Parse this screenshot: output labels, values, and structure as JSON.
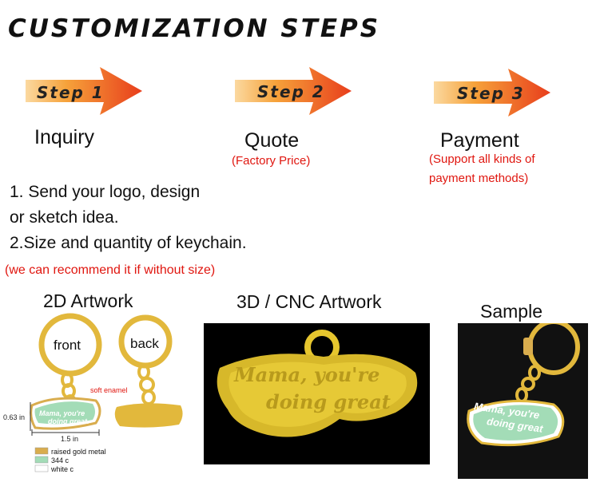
{
  "title": "CUSTOMIZATION STEPS",
  "steps": [
    {
      "label": "Step 1",
      "name": "Inquiry",
      "note": ""
    },
    {
      "label": "Step 2",
      "name": "Quote",
      "note": "(Factory Price)"
    },
    {
      "label": "Step 3",
      "name": "Payment",
      "note": "(Support all kinds of payment methods)"
    }
  ],
  "inquiry": {
    "line1": "1. Send your logo, design",
    "line2": "or sketch idea.",
    "line3": "2.Size and quantity of keychain.",
    "note": "(we can recommend it if without size)"
  },
  "artwork2d": {
    "title": "2D Artwork",
    "front": "front",
    "back": "back",
    "soft_enamel": "soft enamel",
    "height": "0.63 in",
    "width": "1.5 in",
    "legend": [
      {
        "label": "raised gold metal",
        "color": "#d9ad4e"
      },
      {
        "label": "344 c",
        "color": "#a3dcb7"
      },
      {
        "label": "white c",
        "color": "#ffffff"
      }
    ],
    "charm_text_1": "Mama, you're",
    "charm_text_2": "doing great."
  },
  "artwork3d": {
    "title": "3D / CNC Artwork",
    "text_1": "Mama, you're",
    "text_2": "doing great"
  },
  "sample": {
    "title": "Sample",
    "text_1": "Mama, you're",
    "text_2": "doing great"
  },
  "colors": {
    "arrow_start": "#f6b23a",
    "arrow_end": "#e8401c",
    "accent_red": "#e0160f",
    "gold": "#e2b83c",
    "mint": "#a3dcb7"
  }
}
